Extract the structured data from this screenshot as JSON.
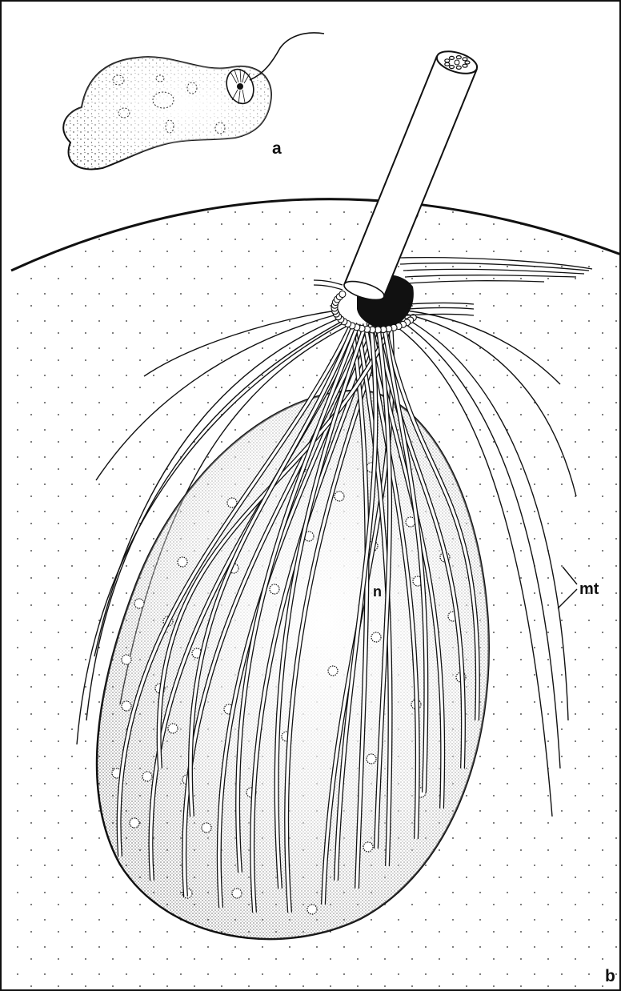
{
  "figure": {
    "labels": {
      "panel_a": "a",
      "panel_b": "b",
      "nucleus": "n",
      "microtubules": "mt"
    },
    "colors": {
      "ink": "#111111",
      "paper": "#ffffff"
    }
  }
}
